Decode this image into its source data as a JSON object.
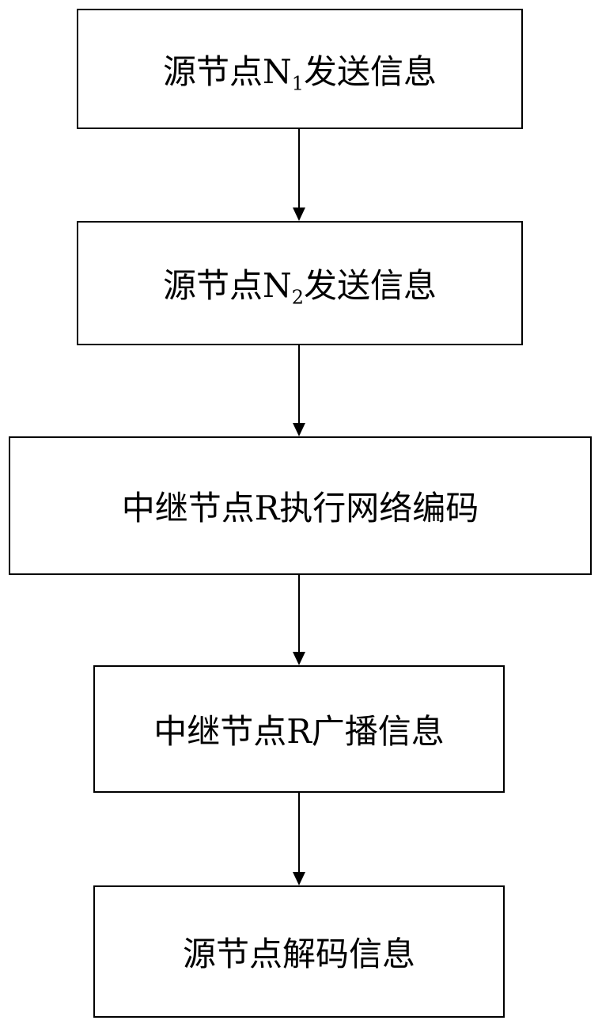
{
  "steps": [
    {
      "text_pre": "源节点N",
      "sub": "1",
      "text_post": "发送信息"
    },
    {
      "text_pre": "源节点N",
      "sub": "2",
      "text_post": "发送信息"
    },
    {
      "text": "中继节点R执行网络编码"
    },
    {
      "text": "中继节点R广播信息"
    },
    {
      "text": "源节点解码信息"
    }
  ]
}
